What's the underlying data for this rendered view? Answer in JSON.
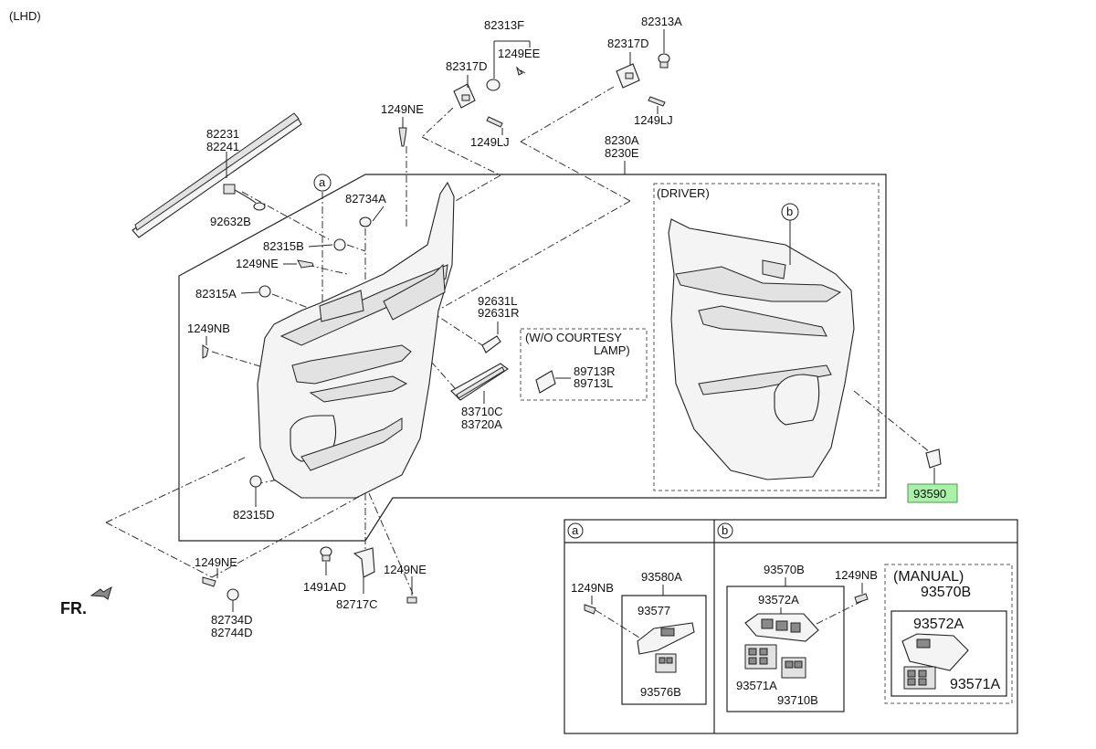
{
  "header": {
    "variant": "(LHD)"
  },
  "labels": {
    "p82313F": "82313F",
    "p1249EE": "1249EE",
    "p82317D_left": "82317D",
    "p82313A": "82313A",
    "p82317D_right": "82317D",
    "p1249LJ_left": "1249LJ",
    "p1249LJ_right": "1249LJ",
    "p1249NE_top": "1249NE",
    "p82231": "82231",
    "p82241": "82241",
    "p92632B": "92632B",
    "p8230A": "8230A",
    "p8230E": "8230E",
    "p82734A": "82734A",
    "p82315B": "82315B",
    "p1249NE_mid": "1249NE",
    "p82315A": "82315A",
    "p1249NB_left": "1249NB",
    "p92631L": "92631L",
    "p92631R": "92631R",
    "p89713R": "89713R",
    "p89713L": "89713L",
    "p83710C": "83710C",
    "p83720A": "83720A",
    "p82315D": "82315D",
    "p1249NE_bl": "1249NE",
    "p82734D": "82734D",
    "p82744D": "82744D",
    "p1491AD": "1491AD",
    "p82717C": "82717C",
    "p1249NE_bm": "1249NE",
    "p93590": "93590",
    "p1249NB_a": "1249NB",
    "p93580A": "93580A",
    "p93577": "93577",
    "p93576B": "93576B",
    "p93570B": "93570B",
    "p93572A": "93572A",
    "p93571A": "93571A",
    "p93710B": "93710B",
    "p1249NB_b": "1249NB",
    "p93570B_manual": "93570B",
    "p93572A_manual": "93572A",
    "p93571A_manual": "93571A"
  },
  "callouts": {
    "a": "a",
    "b": "b",
    "a_inset": "a",
    "b_inset": "b",
    "b_driver": "b"
  },
  "notes": {
    "courtesy_line1": "(W/O COURTESY",
    "courtesy_line2": "LAMP)",
    "driver": "(DRIVER)",
    "manual": "(MANUAL)",
    "front": "FR."
  },
  "colors": {
    "highlight": "#a9f0a9",
    "line": "#222222"
  }
}
